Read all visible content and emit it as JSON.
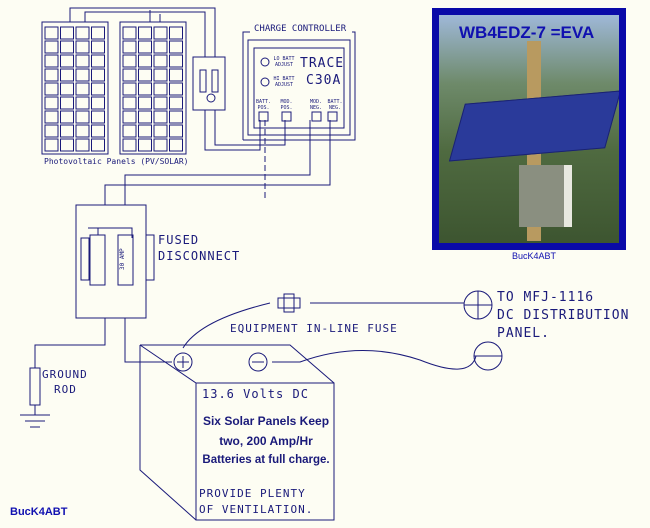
{
  "panels_label": "Photovoltaic Panels (PV/SOLAR)",
  "charge_controller": {
    "title": "CHARGE CONTROLLER",
    "brand": "TRACE",
    "model": "C30A",
    "led1": "LO BATT ADJUST",
    "led2": "HI BATT ADJUST",
    "terminals": [
      "BATT. POS.",
      "MOD. POS.",
      "MOD. NEG.",
      "BATT. NEG."
    ]
  },
  "disconnect": {
    "label_line1": "FUSED",
    "label_line2": "DISCONNECT",
    "fuse_rating": "30 AMP"
  },
  "fuse_label": "EQUIPMENT IN-LINE FUSE",
  "distribution": {
    "line1": "TO MFJ-1116",
    "line2": "DC DISTRIBUTION",
    "line3": "PANEL."
  },
  "ground": {
    "line1": "GROUND",
    "line2": "ROD"
  },
  "battery": {
    "voltage": "13.6 Volts DC",
    "note_line1": "Six Solar Panels Keep",
    "note_line2": "two, 200 Amp/Hr",
    "note_line3": "Batteries at full charge.",
    "warn_line1": "PROVIDE PLENTY",
    "warn_line2": "OF VENTILATION."
  },
  "photo": {
    "title": "WB4EDZ-7 =EVA",
    "caption": "BucK4ABT"
  },
  "credit": "BucK4ABT",
  "colors": {
    "line": "#1a1a7a",
    "background": "#fdfdf3",
    "photo_border": "#0a0aa8"
  }
}
